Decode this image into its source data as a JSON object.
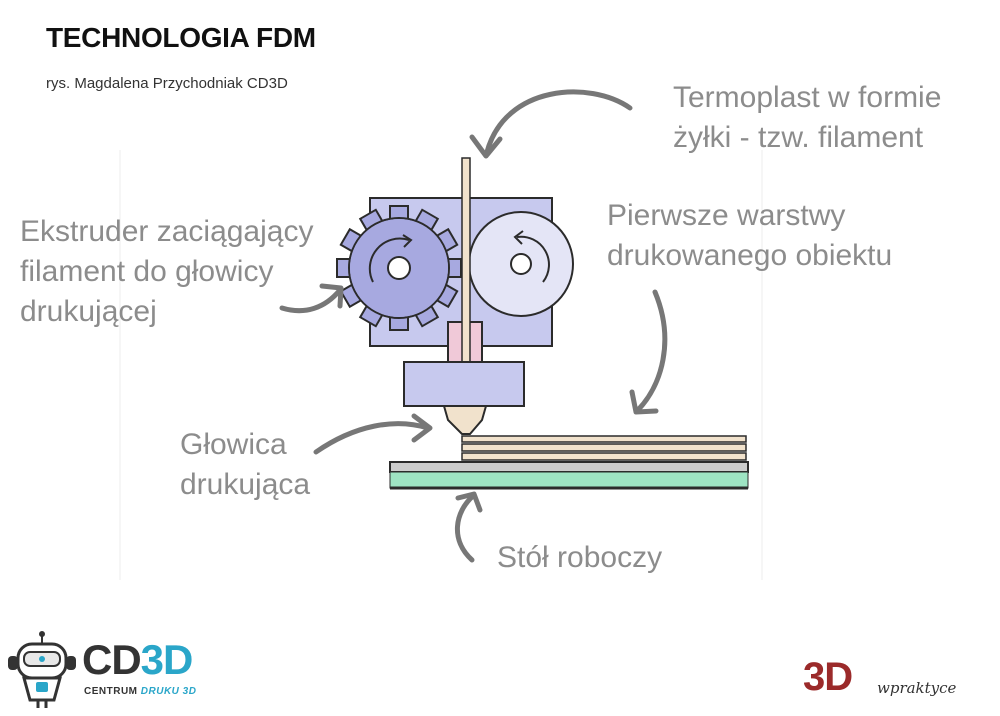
{
  "header": {
    "title": "TECHNOLOGIA FDM",
    "credit": "rys. Magdalena Przychodniak CD3D"
  },
  "labels": {
    "filament": [
      "Termoplast w formie",
      "żyłki - tzw. filament"
    ],
    "layers": [
      "Pierwsze warstwy",
      "drukowanego obiektu"
    ],
    "extruder": [
      "Ekstruder zaciągający",
      "filament do głowicy",
      "drukującej"
    ],
    "head": [
      "Głowica",
      "drukująca"
    ],
    "bed": [
      "Stół roboczy"
    ]
  },
  "logos": {
    "left": {
      "main_a": "CD",
      "main_b": "3D",
      "sub_a": "CENTRUM ",
      "sub_b": "DRUKU 3D"
    },
    "right": {
      "main": "3D",
      "sub": "wpraktyce"
    }
  },
  "colors": {
    "extruder_body": "#c7c9ee",
    "gear": "#a7a9e0",
    "outline": "#2b2b2b",
    "heatbreak": "#f0c9d8",
    "nozzle": "#f1e2cc",
    "bed_top": "#9ee4c3",
    "arrow": "#777777",
    "brand_blue": "#2aa6c9",
    "brand_red": "#9b2a2a"
  }
}
